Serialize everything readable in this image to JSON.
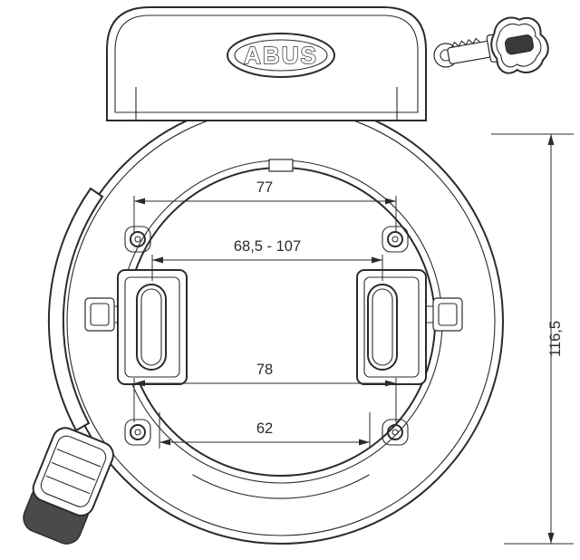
{
  "logo": {
    "brand": "ABUS"
  },
  "dimensions": {
    "top_width": "77",
    "slot_range": "68,5 - 107",
    "mid_width": "78",
    "bottom_width": "62",
    "overall_height": "116,5"
  },
  "colors": {
    "line": "#2b2b2b",
    "background": "#ffffff",
    "key-cap": "#3a3a3a",
    "grip-cap": "#4a4a4a"
  }
}
